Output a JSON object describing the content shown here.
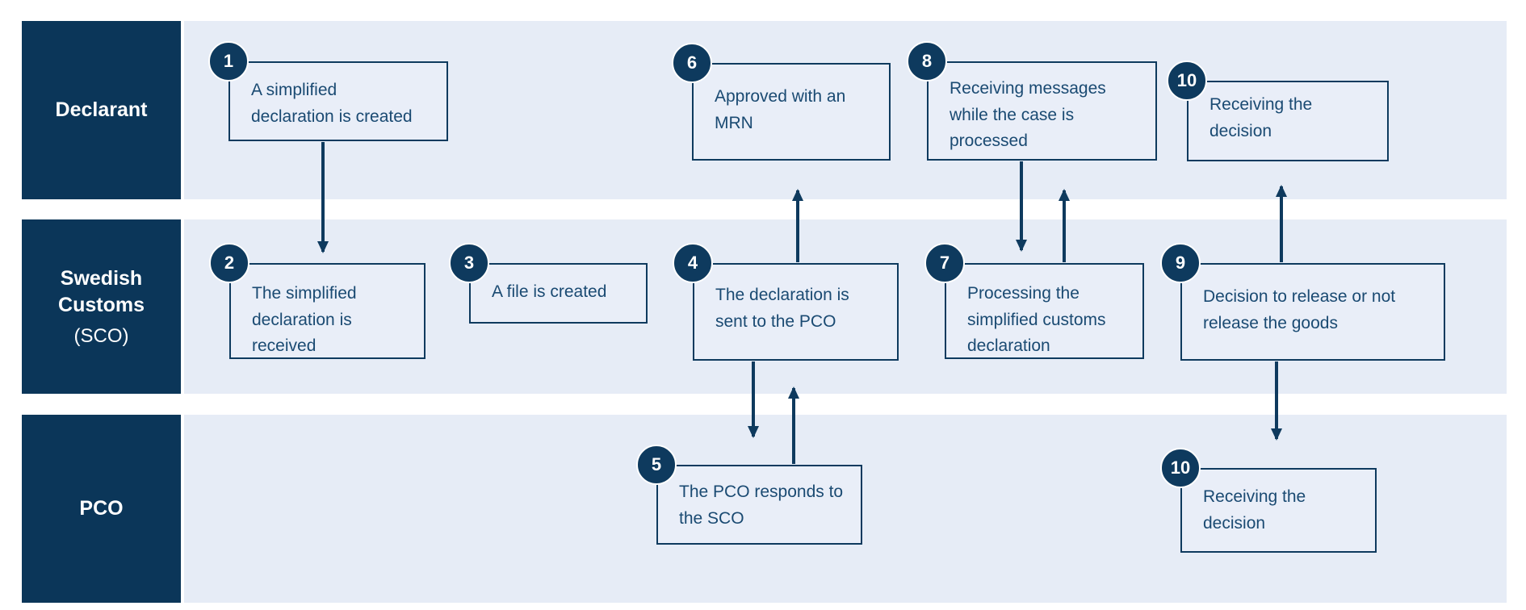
{
  "colors": {
    "navy": "#0e3a5e",
    "lane_label_bg": "#0b3659",
    "lane_bg": "#e6ecf6",
    "box_bg": "#e9eef8",
    "box_text": "#1a4a72",
    "badge_text": "#ffffff"
  },
  "lanes": [
    {
      "id": "declarant",
      "label": "Declarant",
      "sub": ""
    },
    {
      "id": "sco",
      "label": "Swedish\nCustoms",
      "sub": "(SCO)"
    },
    {
      "id": "pco",
      "label": "PCO",
      "sub": ""
    }
  ],
  "steps": [
    {
      "number": "1",
      "lane": "declarant",
      "text": "A simplified\ndeclaration is created"
    },
    {
      "number": "2",
      "lane": "sco",
      "text": "The simplified\ndeclaration is\nreceived"
    },
    {
      "number": "3",
      "lane": "sco",
      "text": "A file is created"
    },
    {
      "number": "4",
      "lane": "sco",
      "text": "The declaration is\nsent to the PCO"
    },
    {
      "number": "5",
      "lane": "pco",
      "text": "The PCO responds to\nthe SCO"
    },
    {
      "number": "6",
      "lane": "declarant",
      "text": "Approved with an\nMRN"
    },
    {
      "number": "7",
      "lane": "sco",
      "text": "Processing the\nsimplified customs\ndeclaration"
    },
    {
      "number": "8",
      "lane": "declarant",
      "text": "Receiving messages\nwhile the case is\nprocessed"
    },
    {
      "number": "9",
      "lane": "sco",
      "text": "Decision to release or not\nrelease the goods"
    },
    {
      "number": "10",
      "lane": "declarant",
      "text": "Receiving the\ndecision"
    },
    {
      "number": "10",
      "lane": "pco",
      "text": "Receiving the\ndecision"
    }
  ],
  "arrows": [
    {
      "from": "1",
      "to": "2",
      "direction": "down"
    },
    {
      "from": "4",
      "to": "6",
      "direction": "up"
    },
    {
      "from": "4",
      "to": "5",
      "direction": "down"
    },
    {
      "from": "5",
      "to": "4",
      "direction": "up"
    },
    {
      "from": "8",
      "to": "7",
      "direction": "down"
    },
    {
      "from": "7",
      "to": "8",
      "direction": "up"
    },
    {
      "from": "9",
      "to": "10 (declarant)",
      "direction": "up"
    },
    {
      "from": "9",
      "to": "10 (pco)",
      "direction": "down"
    }
  ]
}
